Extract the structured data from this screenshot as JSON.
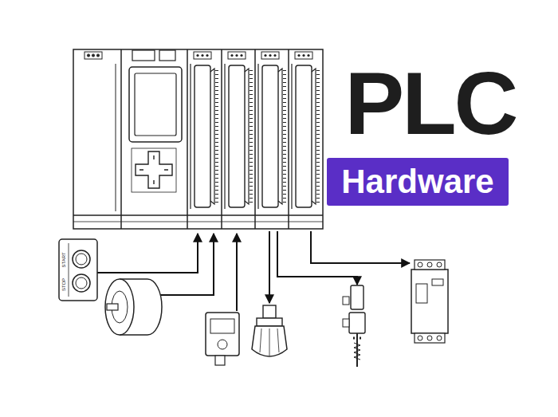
{
  "diagram": {
    "title": "PLC",
    "nodes": [
      {
        "text": [
          "Hardware"
        ]
      }
    ],
    "labels": [
      "START",
      "STOP"
    ]
  }
}
